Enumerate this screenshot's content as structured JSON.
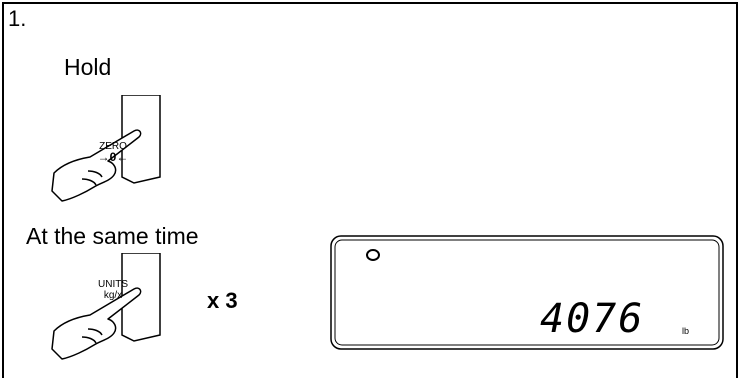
{
  "step": {
    "number": "1."
  },
  "instructions": {
    "hold": "Hold",
    "same_time": "At the same time",
    "repeat": "x 3"
  },
  "keys": {
    "zero": {
      "line1": "ZERO",
      "line2": "→0←"
    },
    "units": {
      "line1": "UNITS",
      "line2": "kg/x"
    }
  },
  "display": {
    "reading": "4076",
    "unit": "lb"
  },
  "icons": [
    "hand-press-icon",
    "indicator-circle-icon"
  ]
}
